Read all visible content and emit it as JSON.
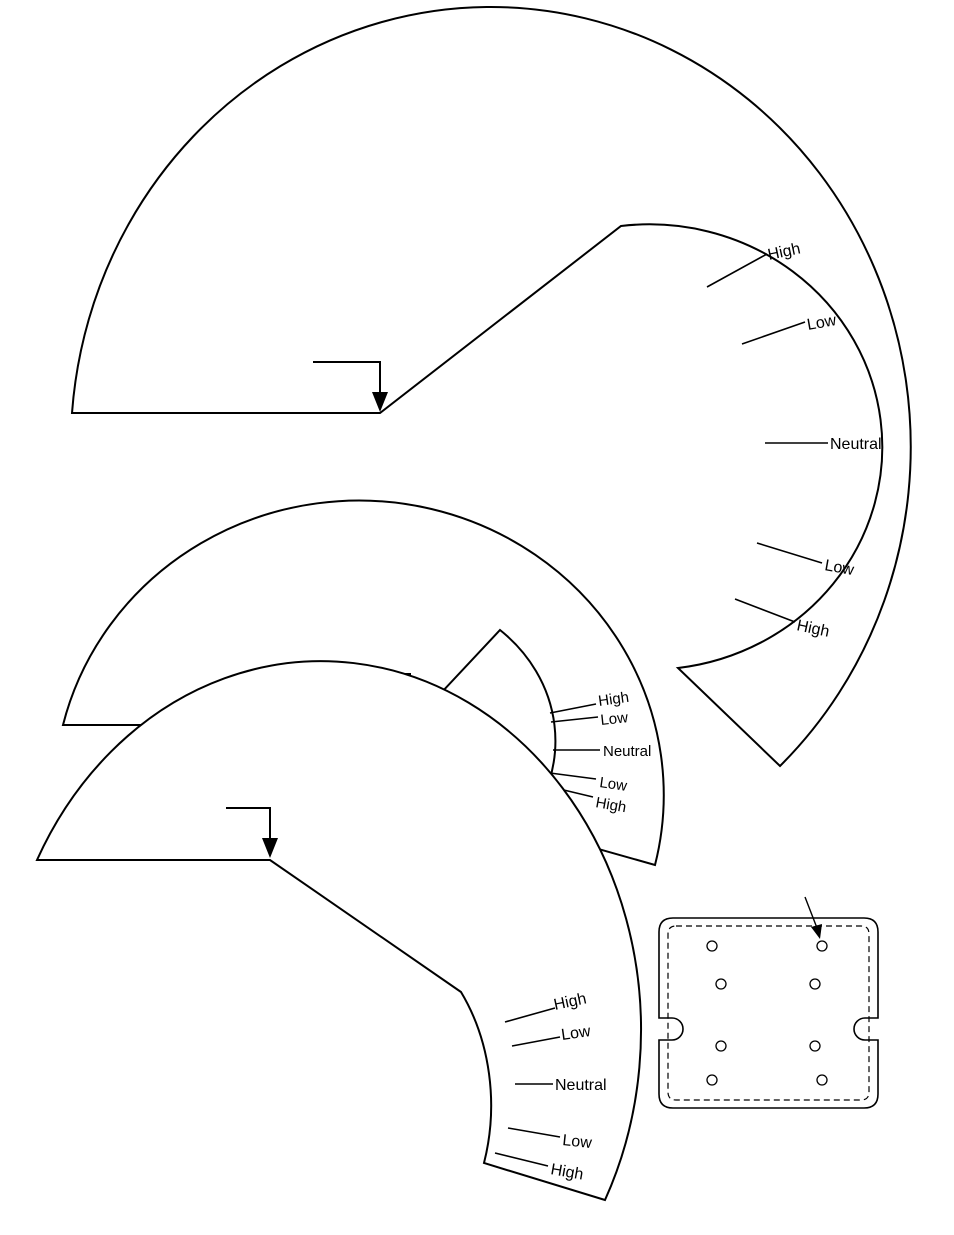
{
  "wheels": [
    {
      "id": "large",
      "labels": [
        "High",
        "Low",
        "Neutral",
        "Low",
        "High"
      ]
    },
    {
      "id": "medium",
      "labels": [
        "High",
        "Low",
        "Neutral",
        "Low",
        "High"
      ]
    },
    {
      "id": "small",
      "labels": [
        "High",
        "Low",
        "Neutral",
        "Low",
        "High"
      ]
    }
  ],
  "card": {
    "hole_count": 8
  }
}
